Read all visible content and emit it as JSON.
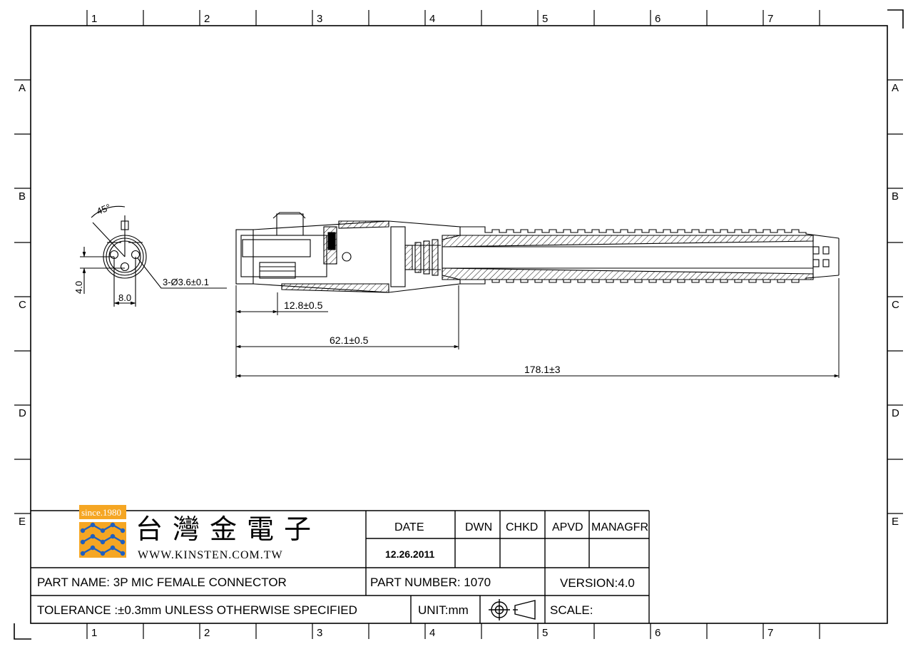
{
  "grid": {
    "columns": [
      "1",
      "2",
      "3",
      "4",
      "5",
      "6",
      "7"
    ],
    "rows": [
      "A",
      "B",
      "C",
      "D",
      "E"
    ]
  },
  "front_view": {
    "angle": "45°",
    "hole_callout": "3-Ø3.6±0.1",
    "dim_vertical": "4.0",
    "dim_horizontal": "8.0"
  },
  "dimensions": {
    "short": "12.8±0.5",
    "mid": "62.1±0.5",
    "overall": "178.1±3"
  },
  "title_block": {
    "logo_since": "since.1980",
    "company_cn": "台灣金電子",
    "website": "WWW.KINSTEN.COM.TW",
    "date_label": "DATE",
    "date_value": "12.26.2011",
    "dwn_label": "DWN",
    "chkd_label": "CHKD",
    "apvd_label": "APVD",
    "managfr_label": "MANAGFR",
    "part_name": "PART  NAME: 3P MIC FEMALE CONNECTOR",
    "part_number": "PART  NUMBER: 1070",
    "version": "VERSION:4.0",
    "tolerance": "TOLERANCE  :±0.3mm  UNLESS  OTHERWISE  SPECIFIED",
    "unit": "UNIT:mm",
    "scale": "SCALE:"
  },
  "colors": {
    "line": "#000000",
    "logo_orange": "#f5a623",
    "logo_blue": "#1f5fbf"
  }
}
